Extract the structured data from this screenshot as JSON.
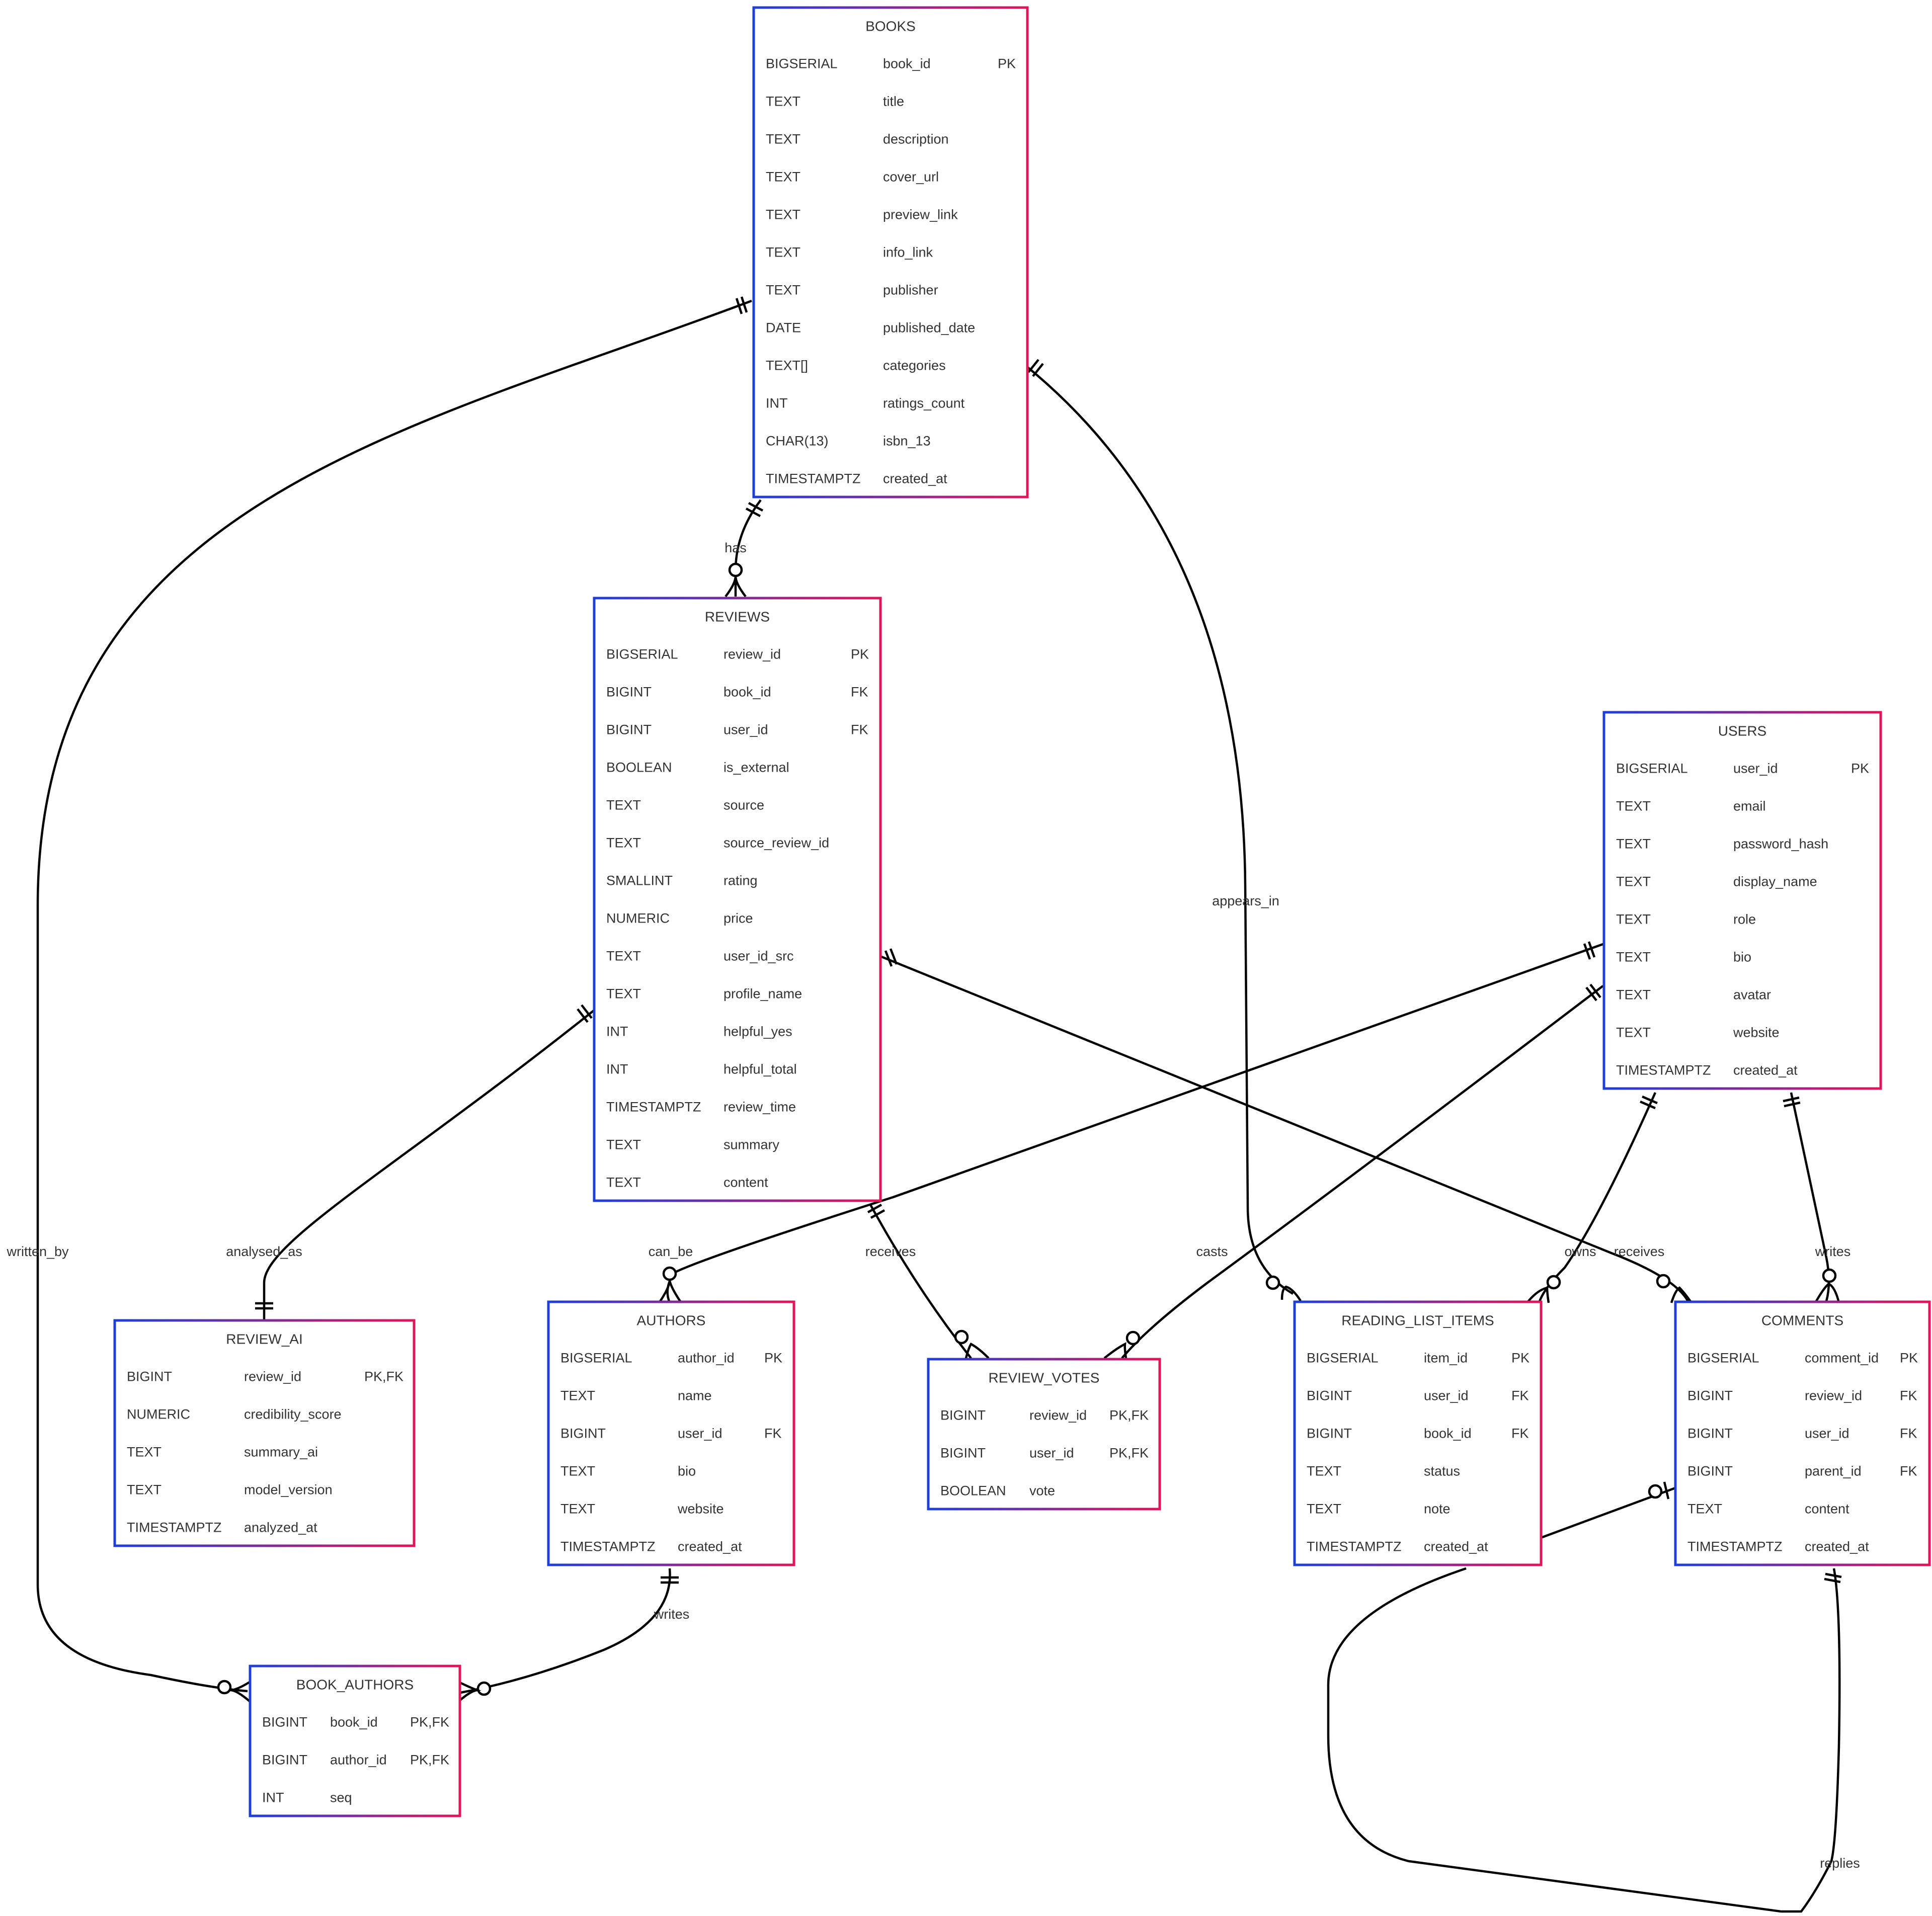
{
  "entities": [
    {
      "id": "books",
      "name": "BOOKS",
      "rows": [
        [
          "BIGSERIAL",
          "book_id",
          "PK"
        ],
        [
          "TEXT",
          "title",
          ""
        ],
        [
          "TEXT",
          "description",
          ""
        ],
        [
          "TEXT",
          "cover_url",
          ""
        ],
        [
          "TEXT",
          "preview_link",
          ""
        ],
        [
          "TEXT",
          "info_link",
          ""
        ],
        [
          "TEXT",
          "publisher",
          ""
        ],
        [
          "DATE",
          "published_date",
          ""
        ],
        [
          "TEXT[]",
          "categories",
          ""
        ],
        [
          "INT",
          "ratings_count",
          ""
        ],
        [
          "CHAR(13)",
          "isbn_13",
          ""
        ],
        [
          "TIMESTAMPTZ",
          "created_at",
          ""
        ]
      ]
    },
    {
      "id": "reviews",
      "name": "REVIEWS",
      "rows": [
        [
          "BIGSERIAL",
          "review_id",
          "PK"
        ],
        [
          "BIGINT",
          "book_id",
          "FK"
        ],
        [
          "BIGINT",
          "user_id",
          "FK"
        ],
        [
          "BOOLEAN",
          "is_external",
          ""
        ],
        [
          "TEXT",
          "source",
          ""
        ],
        [
          "TEXT",
          "source_review_id",
          ""
        ],
        [
          "SMALLINT",
          "rating",
          ""
        ],
        [
          "NUMERIC",
          "price",
          ""
        ],
        [
          "TEXT",
          "user_id_src",
          ""
        ],
        [
          "TEXT",
          "profile_name",
          ""
        ],
        [
          "INT",
          "helpful_yes",
          ""
        ],
        [
          "INT",
          "helpful_total",
          ""
        ],
        [
          "TIMESTAMPTZ",
          "review_time",
          ""
        ],
        [
          "TEXT",
          "summary",
          ""
        ],
        [
          "TEXT",
          "content",
          ""
        ]
      ]
    },
    {
      "id": "users",
      "name": "USERS",
      "rows": [
        [
          "BIGSERIAL",
          "user_id",
          "PK"
        ],
        [
          "TEXT",
          "email",
          ""
        ],
        [
          "TEXT",
          "password_hash",
          ""
        ],
        [
          "TEXT",
          "display_name",
          ""
        ],
        [
          "TEXT",
          "role",
          ""
        ],
        [
          "TEXT",
          "bio",
          ""
        ],
        [
          "TEXT",
          "avatar",
          ""
        ],
        [
          "TEXT",
          "website",
          ""
        ],
        [
          "TIMESTAMPTZ",
          "created_at",
          ""
        ]
      ]
    },
    {
      "id": "review_ai",
      "name": "REVIEW_AI",
      "rows": [
        [
          "BIGINT",
          "review_id",
          "PK,FK"
        ],
        [
          "NUMERIC",
          "credibility_score",
          ""
        ],
        [
          "TEXT",
          "summary_ai",
          ""
        ],
        [
          "TEXT",
          "model_version",
          ""
        ],
        [
          "TIMESTAMPTZ",
          "analyzed_at",
          ""
        ]
      ]
    },
    {
      "id": "authors",
      "name": "AUTHORS",
      "rows": [
        [
          "BIGSERIAL",
          "author_id",
          "PK"
        ],
        [
          "TEXT",
          "name",
          ""
        ],
        [
          "BIGINT",
          "user_id",
          "FK"
        ],
        [
          "TEXT",
          "bio",
          ""
        ],
        [
          "TEXT",
          "website",
          ""
        ],
        [
          "TIMESTAMPTZ",
          "created_at",
          ""
        ]
      ]
    },
    {
      "id": "review_votes",
      "name": "REVIEW_VOTES",
      "rows": [
        [
          "BIGINT",
          "review_id",
          "PK,FK"
        ],
        [
          "BIGINT",
          "user_id",
          "PK,FK"
        ],
        [
          "BOOLEAN",
          "vote",
          ""
        ]
      ]
    },
    {
      "id": "reading_list_items",
      "name": "READING_LIST_ITEMS",
      "rows": [
        [
          "BIGSERIAL",
          "item_id",
          "PK"
        ],
        [
          "BIGINT",
          "user_id",
          "FK"
        ],
        [
          "BIGINT",
          "book_id",
          "FK"
        ],
        [
          "TEXT",
          "status",
          ""
        ],
        [
          "TEXT",
          "note",
          ""
        ],
        [
          "TIMESTAMPTZ",
          "created_at",
          ""
        ]
      ]
    },
    {
      "id": "comments",
      "name": "COMMENTS",
      "rows": [
        [
          "BIGSERIAL",
          "comment_id",
          "PK"
        ],
        [
          "BIGINT",
          "review_id",
          "FK"
        ],
        [
          "BIGINT",
          "user_id",
          "FK"
        ],
        [
          "BIGINT",
          "parent_id",
          "FK"
        ],
        [
          "TEXT",
          "content",
          ""
        ],
        [
          "TIMESTAMPTZ",
          "created_at",
          ""
        ]
      ]
    },
    {
      "id": "book_authors",
      "name": "BOOK_AUTHORS",
      "rows": [
        [
          "BIGINT",
          "book_id",
          "PK,FK"
        ],
        [
          "BIGINT",
          "author_id",
          "PK,FK"
        ],
        [
          "INT",
          "seq",
          ""
        ]
      ]
    }
  ],
  "relationships": [
    {
      "id": "books-reviews",
      "label": "has"
    },
    {
      "id": "books-book_authors",
      "label": "written_by"
    },
    {
      "id": "books-reading_list_items",
      "label": "appears_in"
    },
    {
      "id": "reviews-review_ai",
      "label": "analysed_as"
    },
    {
      "id": "users-authors",
      "label": "can_be"
    },
    {
      "id": "reviews-review_votes",
      "label": "receives"
    },
    {
      "id": "users-review_votes",
      "label": "casts"
    },
    {
      "id": "reviews-comments",
      "label": "receives"
    },
    {
      "id": "users-reading_list_items",
      "label": "owns"
    },
    {
      "id": "users-comments",
      "label": "writes"
    },
    {
      "id": "authors-book_authors",
      "label": "writes"
    },
    {
      "id": "comments-comments",
      "label": "replies"
    }
  ],
  "colors": {
    "gradient_start": "#1e3fd6",
    "gradient_end": "#e0155a",
    "line": "#000000",
    "text": "#333333"
  }
}
